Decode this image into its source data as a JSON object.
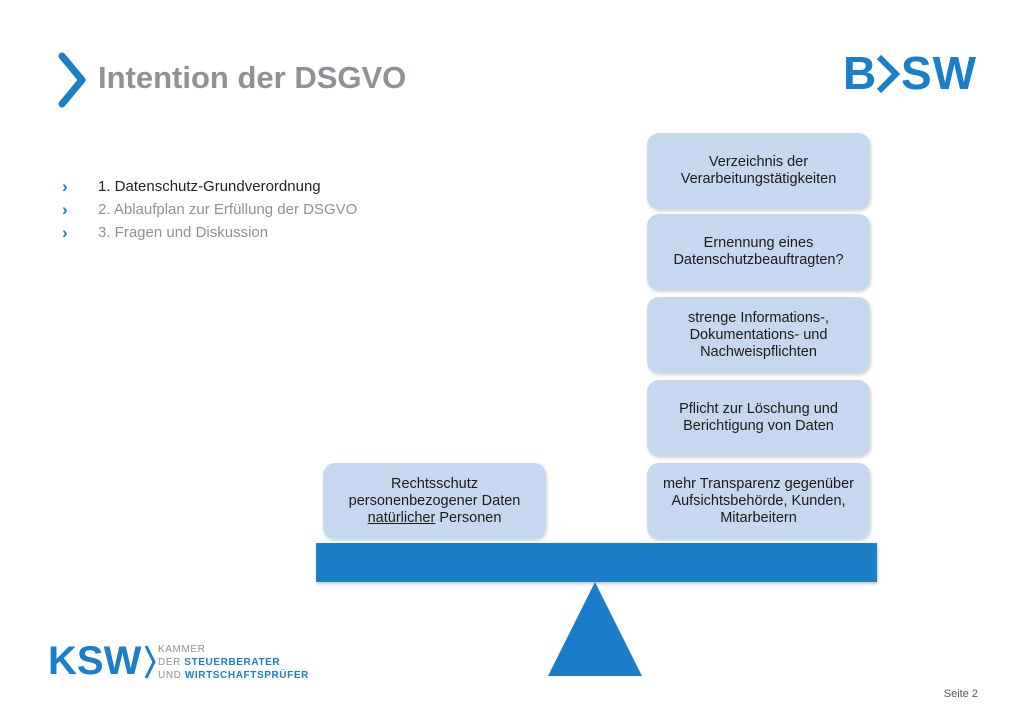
{
  "slide": {
    "title": "Intention der DSGVO",
    "agenda": [
      {
        "label": "1. Datenschutz-Grundverordnung",
        "state": "active"
      },
      {
        "label": "2. Ablaufplan zur Erfüllung der  DSGVO",
        "state": "dim"
      },
      {
        "label": "3. Fragen und Diskussion",
        "state": "dim"
      }
    ],
    "bullet_glyph": "›",
    "left_box": {
      "line1": "Rechtsschutz",
      "line2": "personenbezogener Daten",
      "line3_underlined": "natürlicher",
      "line3_rest": " Personen"
    },
    "right_boxes": [
      "Verzeichnis der Verarbeitungstätigkeiten",
      "Ernennung eines Datenschutzbeauftragten?",
      "strenge Informations-, Dokumentations- und Nachweispflichten",
      "Pflicht zur Löschung und Berichtigung von Daten",
      "mehr Transparenz gegenüber Aufsichtsbehörde, Kunden, Mitarbeitern"
    ],
    "page_label": "Seite 2"
  },
  "logos": {
    "bsw": {
      "left": "B",
      "right": "SW"
    },
    "ksw": {
      "mark": "KSW",
      "line1": "KAMMER",
      "line2_prefix": "DER ",
      "line2_strong": "STEUERBERATER",
      "line3_prefix": "UND ",
      "line3_strong": "WIRTSCHAFTSPRÜFER"
    }
  },
  "colors": {
    "accent": "#1a7ec8",
    "box_fill": "#c6d8ef",
    "title_gray": "#8e9297"
  }
}
